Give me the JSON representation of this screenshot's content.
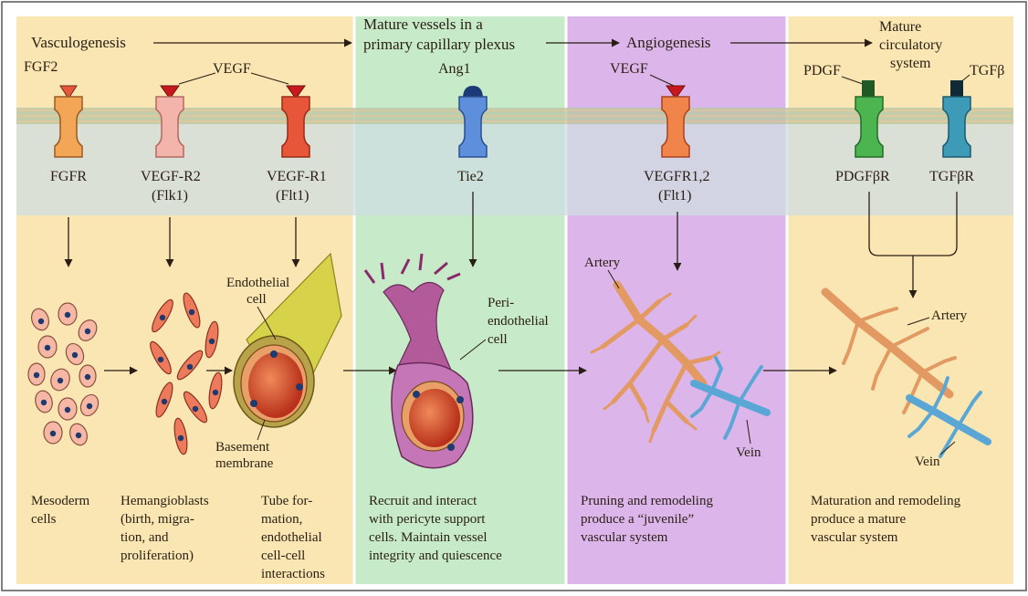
{
  "phases": {
    "vasculogenesis": "Vasculogenesis",
    "mature_plexus_line1": "Mature vessels in a",
    "mature_plexus_line2": "primary capillary plexus",
    "angiogenesis": "Angiogenesis",
    "mature_system_line1": "Mature",
    "mature_system_line2": "circulatory",
    "mature_system_line3": "system"
  },
  "ligands": {
    "fgf2": "FGF2",
    "vegf_a": "VEGF",
    "ang1": "Ang1",
    "vegf_b": "VEGF",
    "pdgf": "PDGF",
    "tgfb": "TGFβ"
  },
  "receptors": {
    "fgfr": "FGFR",
    "vegfr2_line1": "VEGF-R2",
    "vegfr2_line2": "(Flk1)",
    "vegfr1_line1": "VEGF-R1",
    "vegfr1_line2": "(Flt1)",
    "tie2": "Tie2",
    "vegfr12_line1": "VEGFR1,2",
    "vegfr12_line2": "(Flt1)",
    "pdgfbr": "PDGFβR",
    "tgfbr": "TGFβR"
  },
  "structure_labels": {
    "endothelial_line1": "Endothelial",
    "endothelial_line2": "cell",
    "basement_line1": "Basement",
    "basement_line2": "membrane",
    "peri_line1": "Peri-",
    "peri_line2": "endothelial",
    "peri_line3": "cell",
    "artery_a": "Artery",
    "vein_a": "Vein",
    "artery_b": "Artery",
    "vein_b": "Vein"
  },
  "captions": {
    "mesoderm_line1": "Mesoderm",
    "mesoderm_line2": "cells",
    "hemangio_line1": "Hemangioblasts",
    "hemangio_line2": "(birth, migra-",
    "hemangio_line3": "tion, and",
    "hemangio_line4": "proliferation)",
    "tube_line1": "Tube for-",
    "tube_line2": "mation,",
    "tube_line3": "endothelial",
    "tube_line4": "cell-cell",
    "tube_line5": "interactions",
    "recruit_line1": "Recruit and interact",
    "recruit_line2": "with pericyte support",
    "recruit_line3": "cells.  Maintain vessel",
    "recruit_line4": "integrity and quiescence",
    "pruning_line1": "Pruning and remodeling",
    "pruning_line2": "produce a “juvenile”",
    "pruning_line3": "vascular system",
    "maturation_line1": "Maturation and remodeling",
    "maturation_line2": "produce a mature",
    "maturation_line3": "vascular system"
  },
  "colors": {
    "panel_yellow": "#f9e6b2",
    "panel_green": "#c7ebc9",
    "panel_purple": "#dcb6ea",
    "membrane_blue": "#cfdde2",
    "fgfr": "#f4a657",
    "vegfr2": "#f2b4ab",
    "vegfr1": "#e8563a",
    "tie2": "#5e8fdc",
    "pdgfbr": "#4cb550",
    "tgfbr": "#3d9bb8",
    "artery": "#e29a62",
    "vein": "#5aa7d6"
  }
}
